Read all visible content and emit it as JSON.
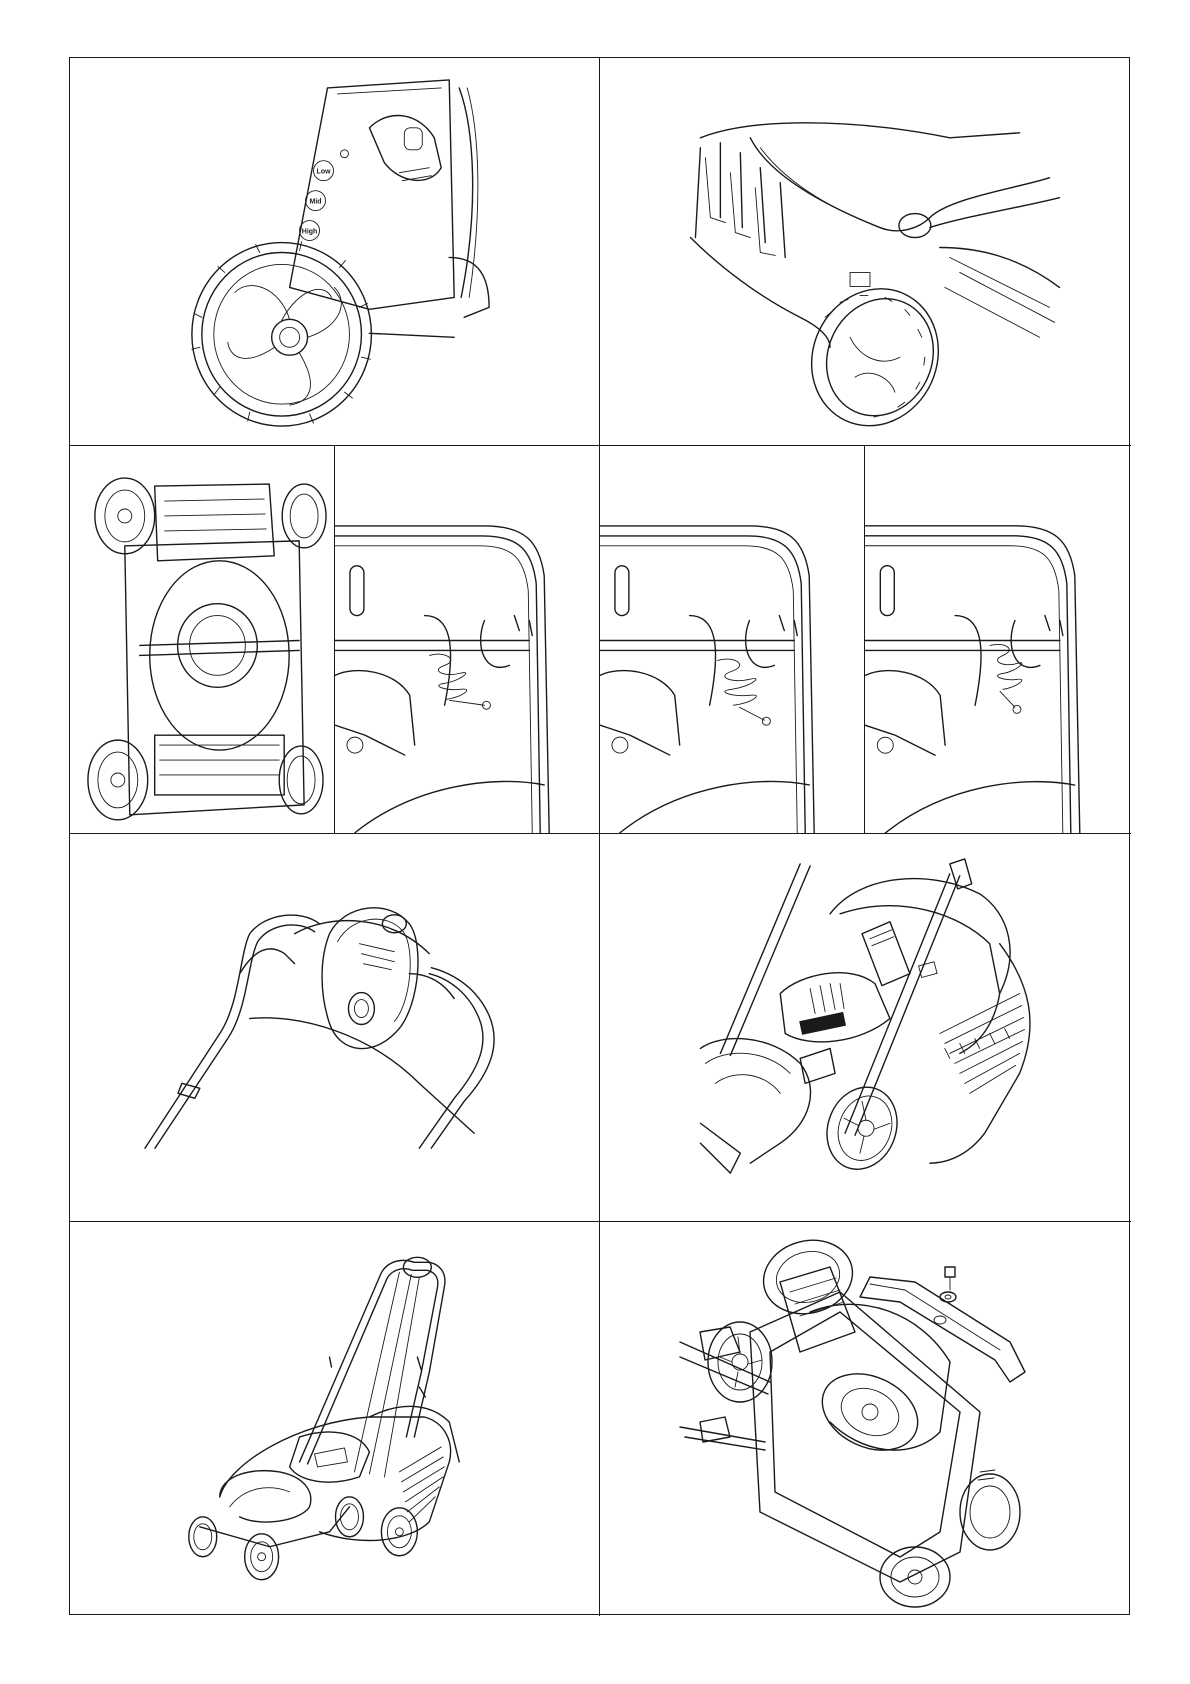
{
  "height_labels": {
    "low": "Low",
    "mid": "Mid",
    "high": "High"
  },
  "brand_badge": "",
  "colors": {
    "line": "#1a1a1a",
    "background": "#ffffff"
  }
}
